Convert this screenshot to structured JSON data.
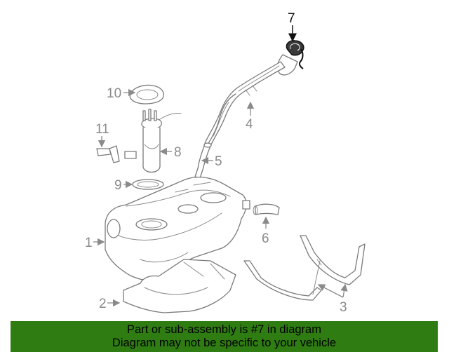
{
  "callouts": {
    "c1": "1",
    "c2": "2",
    "c3": "3",
    "c4": "4",
    "c5": "5",
    "c6": "6",
    "c7": "7",
    "c8": "8",
    "c9": "9",
    "c10": "10",
    "c11": "11"
  },
  "highlighted_part": "7",
  "banner": {
    "line1": "Part or sub-assembly is #7 in diagram",
    "line2": "Diagram may not be specific to your vehicle",
    "color": "#2f7d12"
  }
}
